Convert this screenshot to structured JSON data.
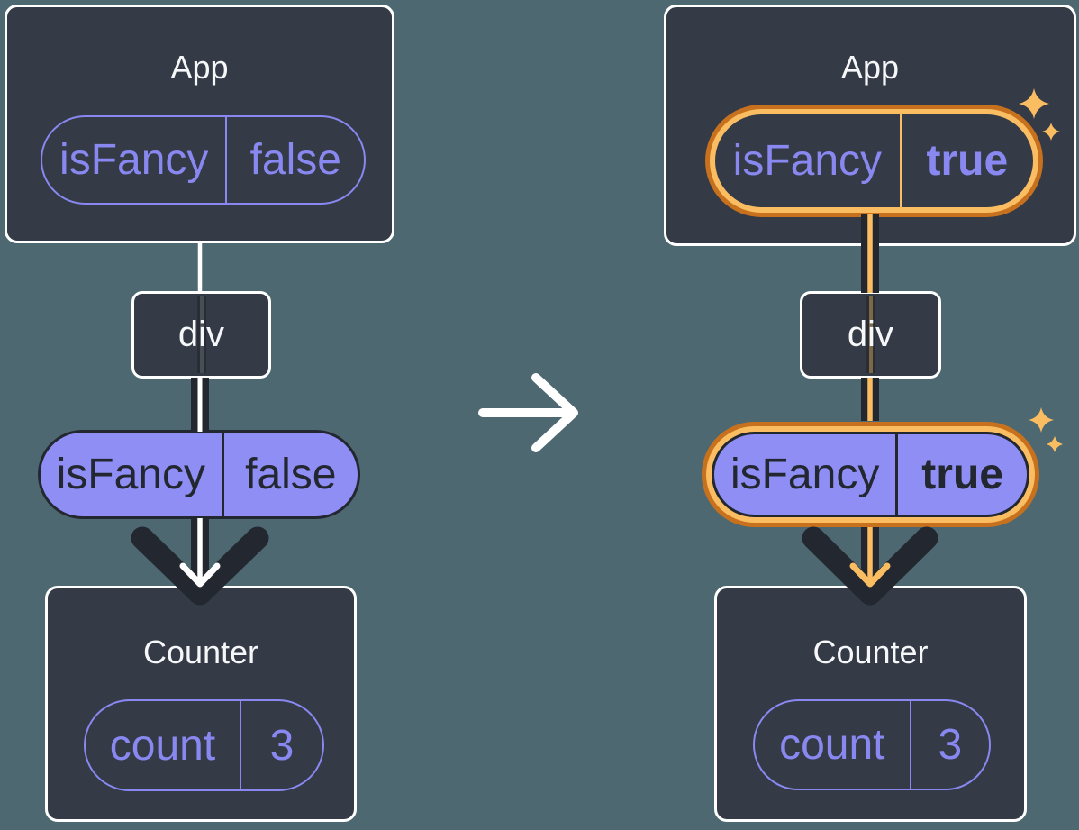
{
  "colors": {
    "background": "#4D6870",
    "card": "#343A46",
    "card_border": "#FFFFFF",
    "purple": "#8888F0",
    "purple_fill": "#8E8EF5",
    "ink": "#23272F",
    "orange_outer": "#C7711E",
    "orange_inner": "#FABD62",
    "arrow_white": "#FFFFFF"
  },
  "icons": {
    "transition": "right-arrow",
    "highlight": "sparkles"
  },
  "before": {
    "app": {
      "title": "App",
      "state": {
        "name": "isFancy",
        "value": "false"
      }
    },
    "div": {
      "label": "div"
    },
    "prop": {
      "name": "isFancy",
      "value": "false"
    },
    "counter": {
      "title": "Counter",
      "state": {
        "name": "count",
        "value": "3"
      }
    }
  },
  "after": {
    "app": {
      "title": "App",
      "state": {
        "name": "isFancy",
        "value": "true"
      }
    },
    "div": {
      "label": "div"
    },
    "prop": {
      "name": "isFancy",
      "value": "true"
    },
    "counter": {
      "title": "Counter",
      "state": {
        "name": "count",
        "value": "3"
      }
    }
  }
}
